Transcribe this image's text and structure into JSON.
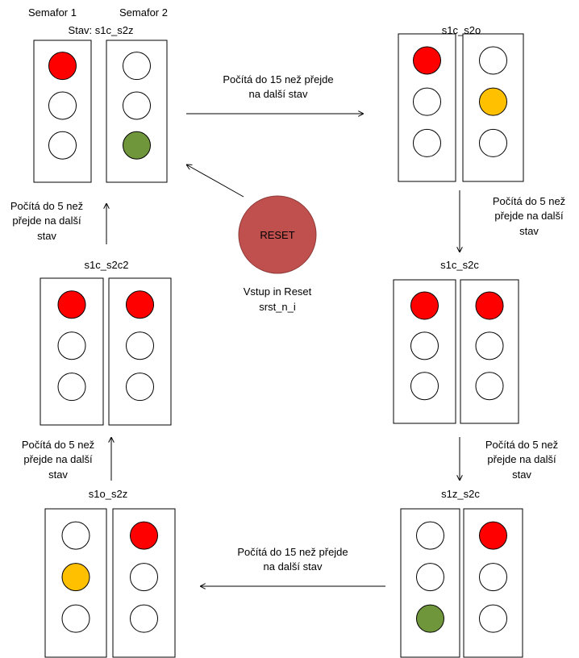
{
  "header": {
    "semafor1": "Semafor 1",
    "semafor2": "Semafor 2"
  },
  "colors": {
    "red": "#FF0000",
    "orange": "#FFC000",
    "green": "#70963B",
    "off": "#FFFFFF",
    "reset": "#C0504D"
  },
  "states": [
    {
      "id": "s1c_s2z",
      "label": "Stav: s1c_s2z",
      "s1": [
        "red",
        "off",
        "off"
      ],
      "s2": [
        "off",
        "off",
        "green"
      ]
    },
    {
      "id": "s1c_s2o",
      "label": "s1c_s2o",
      "s1": [
        "red",
        "off",
        "off"
      ],
      "s2": [
        "off",
        "orange",
        "off"
      ]
    },
    {
      "id": "s1c_s2c",
      "label": "s1c_s2c",
      "s1": [
        "red",
        "off",
        "off"
      ],
      "s2": [
        "red",
        "off",
        "off"
      ]
    },
    {
      "id": "s1z_s2c",
      "label": "s1z_s2c",
      "s1": [
        "off",
        "off",
        "green"
      ],
      "s2": [
        "red",
        "off",
        "off"
      ]
    },
    {
      "id": "s1o_s2z",
      "label": "s1o_s2z",
      "s1": [
        "off",
        "orange",
        "off"
      ],
      "s2": [
        "red",
        "off",
        "off"
      ]
    },
    {
      "id": "s1c_s2c2",
      "label": "s1c_s2c2",
      "s1": [
        "red",
        "off",
        "off"
      ],
      "s2": [
        "red",
        "off",
        "off"
      ]
    }
  ],
  "transitions": {
    "t1": [
      "Počítá do 15 než přejde",
      "na další stav"
    ],
    "t2": [
      "Počítá do 5 než",
      "přejde na další",
      "stav"
    ],
    "t3": [
      "Počítá do 5 než",
      "přejde na další",
      "stav"
    ],
    "t4": [
      "Počítá do 15 než přejde",
      "na další stav"
    ],
    "t5": [
      "Počítá do 5 než",
      "přejde na další",
      "stav"
    ],
    "t6": [
      "Počítá do 5 než",
      "přejde na další",
      "stav"
    ]
  },
  "reset": {
    "button": "RESET",
    "caption1": "Vstup in Reset",
    "caption2": "srst_n_i"
  }
}
